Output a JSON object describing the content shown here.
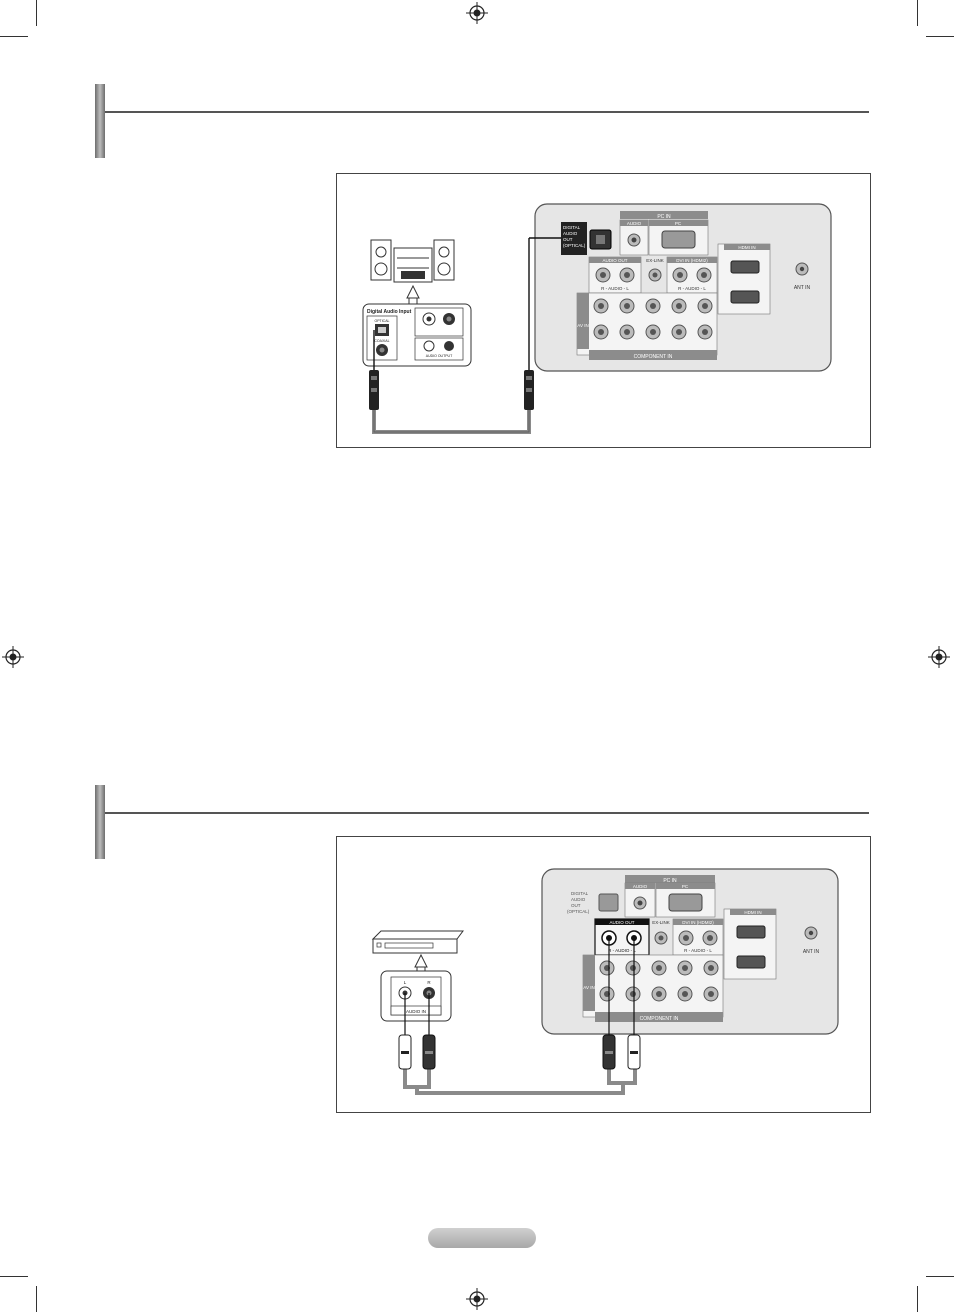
{
  "figure1": {
    "pc_in": "PC IN",
    "audio": "AUDIO",
    "pc": "PC",
    "digital_audio_out": [
      "DIGITAL",
      "AUDIO",
      "OUT",
      "(OPTICAL)"
    ],
    "audio_out": "AUDIO OUT",
    "ex_link": "EX-LINK",
    "dvi_in": "DVI IN (HDMI2)",
    "audio_rl": "R - AUDIO - L",
    "hdmi_in": "HDMI IN",
    "ant_in": "ANT IN",
    "av_in": "AV IN",
    "component_in": "COMPONENT IN",
    "digital_audio_input": "Digital Audio Input",
    "optical": "OPTICAL",
    "coaxial": "COAXIAL",
    "audio_output": "AUDIO OUTPUT"
  },
  "figure2": {
    "pc_in": "PC IN",
    "audio": "AUDIO",
    "pc": "PC",
    "digital_audio_out": [
      "DIGITAL",
      "AUDIO",
      "OUT",
      "(OPTICAL)"
    ],
    "audio_out": "AUDIO OUT",
    "ex_link": "EX-LINK",
    "dvi_in": "DVI IN (HDMI2)",
    "audio_rl": "R - AUDIO - L",
    "hdmi_in": "HDMI IN",
    "ant_in": "ANT IN",
    "av_in": "AV IN",
    "component_in": "COMPONENT IN",
    "audio_in": "AUDIO IN",
    "channel_l": "L",
    "channel_r": "R"
  },
  "colors": {
    "rule": "#555555",
    "panel": "#e6e6e6",
    "cable": "#8a8a8a",
    "highlight": "#111111"
  }
}
